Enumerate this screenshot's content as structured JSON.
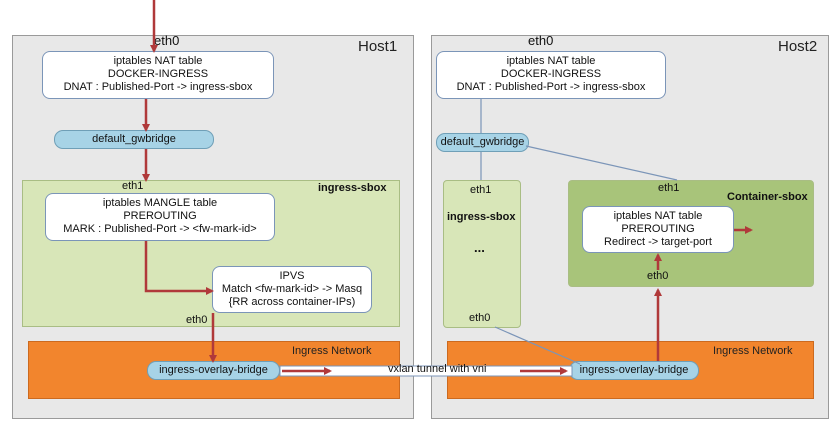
{
  "colors": {
    "arrow": "#b0393a",
    "host_bg": "#e8e8e8",
    "sbox_light": "#d8e6b8",
    "sbox_dark": "#a8c47a",
    "bridge": "#a7d3e6",
    "ingress_network": "#f2852d"
  },
  "host1": {
    "title": "Host1",
    "eth0": "eth0",
    "nat_box": {
      "lines": [
        "iptables NAT table",
        "DOCKER-INGRESS",
        "DNAT : Published-Port -> ingress-sbox"
      ]
    },
    "gwbridge": "default_gwbridge",
    "sbox": {
      "title": "ingress-sbox",
      "eth1": "eth1",
      "eth0": "eth0",
      "mangle_box": {
        "lines": [
          "iptables MANGLE table",
          "PREROUTING",
          "MARK : Published-Port -> <fw-mark-id>"
        ]
      },
      "ipvs_box": {
        "lines": [
          "IPVS",
          "Match <fw-mark-id> -> Masq",
          "{RR across container-IPs)"
        ]
      }
    },
    "ingress_network": {
      "title": "Ingress Network",
      "bridge": "ingress-overlay-bridge"
    }
  },
  "host2": {
    "title": "Host2",
    "eth0": "eth0",
    "nat_box": {
      "lines": [
        "iptables NAT table",
        "DOCKER-INGRESS",
        "DNAT : Published-Port -> ingress-sbox"
      ]
    },
    "gwbridge": "default_gwbridge",
    "sbox": {
      "title": "ingress-sbox",
      "eth1": "eth1",
      "ellipsis": "...",
      "eth0": "eth0"
    },
    "container_sbox": {
      "title": "Container-sbox",
      "eth1": "eth1",
      "eth0": "eth0",
      "nat_box": {
        "lines": [
          "iptables NAT table",
          "PREROUTING",
          "Redirect -> target-port"
        ]
      }
    },
    "ingress_network": {
      "title": "Ingress Network",
      "bridge": "ingress-overlay-bridge"
    }
  },
  "tunnel_label": "vxlan tunnel with vni"
}
